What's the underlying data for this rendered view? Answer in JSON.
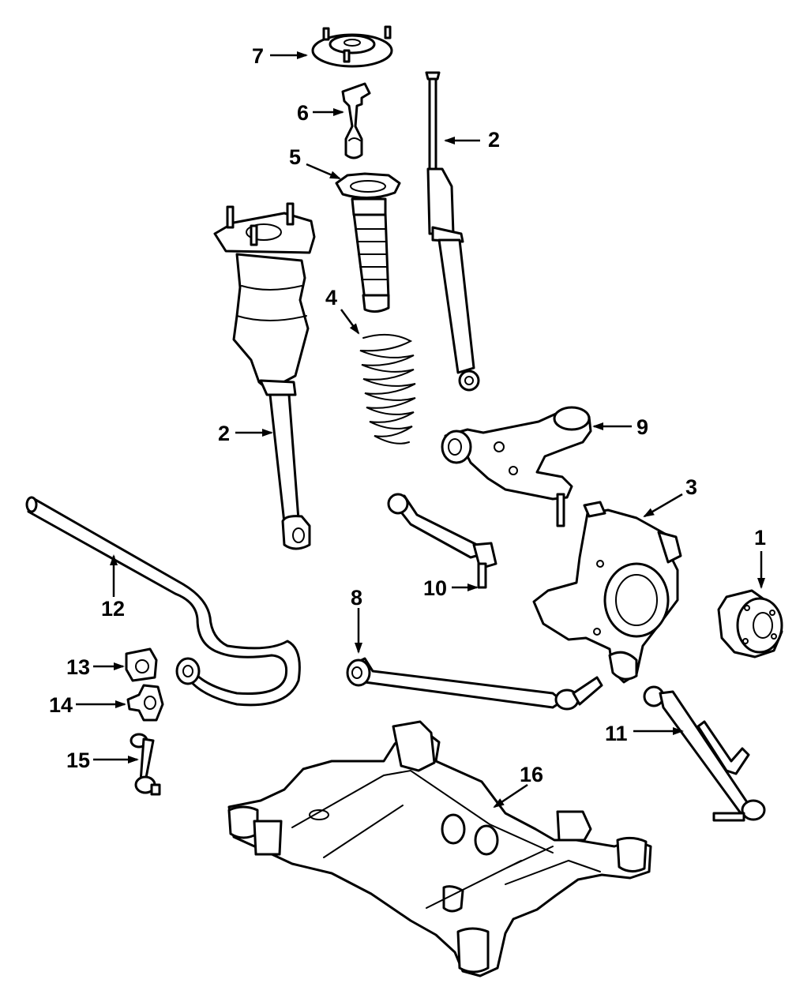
{
  "callouts": [
    {
      "id": "c1",
      "text": "1"
    },
    {
      "id": "c2a",
      "text": "2"
    },
    {
      "id": "c2b",
      "text": "2"
    },
    {
      "id": "c3",
      "text": "3"
    },
    {
      "id": "c4",
      "text": "4"
    },
    {
      "id": "c5",
      "text": "5"
    },
    {
      "id": "c6",
      "text": "6"
    },
    {
      "id": "c7",
      "text": "7"
    },
    {
      "id": "c8",
      "text": "8"
    },
    {
      "id": "c9",
      "text": "9"
    },
    {
      "id": "c10",
      "text": "10"
    },
    {
      "id": "c11",
      "text": "11"
    },
    {
      "id": "c12",
      "text": "12"
    },
    {
      "id": "c13",
      "text": "13"
    },
    {
      "id": "c14",
      "text": "14"
    },
    {
      "id": "c15",
      "text": "15"
    },
    {
      "id": "c16",
      "text": "16"
    }
  ]
}
